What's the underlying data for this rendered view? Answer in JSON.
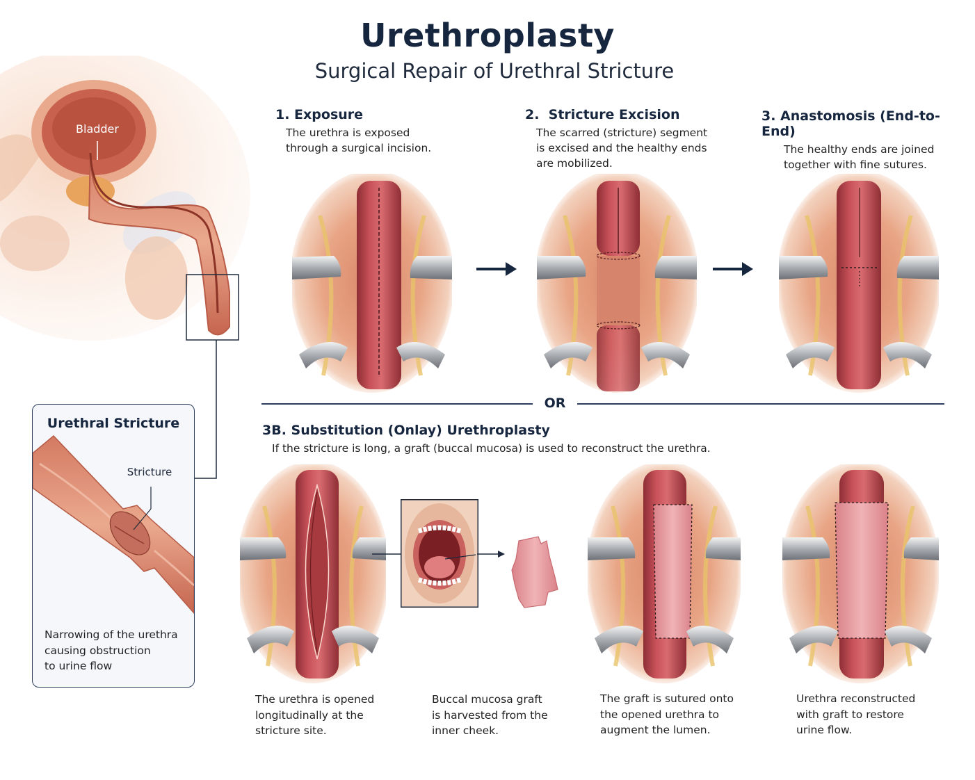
{
  "header": {
    "title": "Urethroplasty",
    "subtitle": "Surgical Repair of Urethral Stricture"
  },
  "anatomy": {
    "bladder_label": "Bladder"
  },
  "stricture_box": {
    "title": "Urethral Stricture",
    "pointer_label": "Stricture",
    "description": [
      "Narrowing of the urethra",
      "causing obstruction",
      "to urine flow"
    ]
  },
  "steps": [
    {
      "title": "1. Exposure",
      "desc": [
        "The urethra is exposed",
        "through a surgical incision."
      ]
    },
    {
      "title": "2.  Stricture Excision",
      "desc": [
        "The scarred (stricture) segment",
        "is excised and the healthy ends",
        "are mobilized."
      ]
    },
    {
      "title": "3. Anastomosis (End-to-End)",
      "desc": [
        "The healthy ends are joined",
        "together with fine sutures."
      ]
    }
  ],
  "divider_label": "OR",
  "substitution": {
    "title": "3B. Substitution (Onlay) Urethroplasty",
    "desc": "If the stricture is long, a graft (buccal mucosa) is used to reconstruct the urethra.",
    "captions": [
      [
        "The urethra is opened",
        "longitudinally at the",
        "stricture site."
      ],
      [
        "Buccal mucosa graft",
        "is harvested from the",
        "inner cheek."
      ],
      [
        "The graft is sutured onto",
        "the opened urethra to",
        "augment the lumen."
      ],
      [
        "Urethra reconstructed",
        "with graft to restore",
        "urine flow."
      ]
    ]
  },
  "colors": {
    "navy": "#17263f",
    "tissue": "#e8a585",
    "urethra": "#b8454a",
    "graft": "#e9a2a6"
  }
}
